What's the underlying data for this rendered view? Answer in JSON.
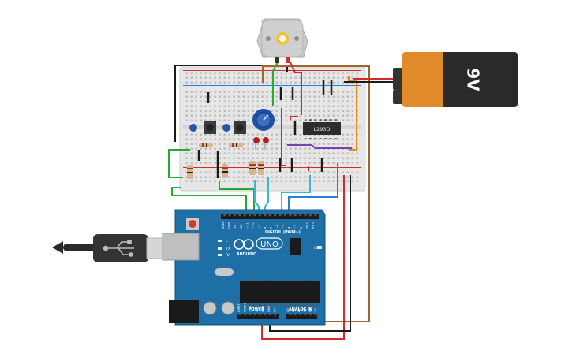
{
  "battery": {
    "label": "9V",
    "colors": {
      "body": "#222222",
      "band": "#e08a2a"
    }
  },
  "motor": {
    "icon": "dc-motor-icon",
    "shaft_color": "#f4c430"
  },
  "breadboard": {
    "ic_label": "L293D",
    "components": [
      "pushbutton",
      "pushbutton",
      "potentiometer",
      "led",
      "led",
      "resistor",
      "capacitor"
    ]
  },
  "arduino": {
    "board_label": "UNO",
    "brand_label": "ARDUINO",
    "digital_header_label": "DIGITAL (PWM~)",
    "power_header_label": "POWER",
    "analog_header_label": "ANALOG IN",
    "led_labels": [
      "L",
      "TX",
      "RX"
    ],
    "on_label": "ON",
    "digital_pins": [
      "AREF",
      "GND",
      "13",
      "12",
      "~11",
      "~10",
      "~9",
      "8",
      "7",
      "~6",
      "~5",
      "4",
      "~3",
      "2",
      "TX 1",
      "RX 0"
    ],
    "power_pins": [
      "IOREF",
      "RESET",
      "3.3V",
      "5V",
      "GND",
      "GND",
      "Vin"
    ],
    "analog_pins": [
      "A0",
      "A1",
      "A2",
      "A3",
      "A4",
      "A5"
    ],
    "colors": {
      "board": "#1d6fa5",
      "header": "#1b1b1b"
    }
  },
  "usb": {
    "icon": "usb-plug-icon"
  },
  "wire_colors": {
    "black": "#1a1a1a",
    "red": "#d42a2a",
    "green": "#2aa836",
    "brown": "#a0652e",
    "orange": "#e8891e",
    "cyan": "#3bb7d4",
    "blue": "#2a7fd4",
    "purple": "#7b3fb3"
  }
}
